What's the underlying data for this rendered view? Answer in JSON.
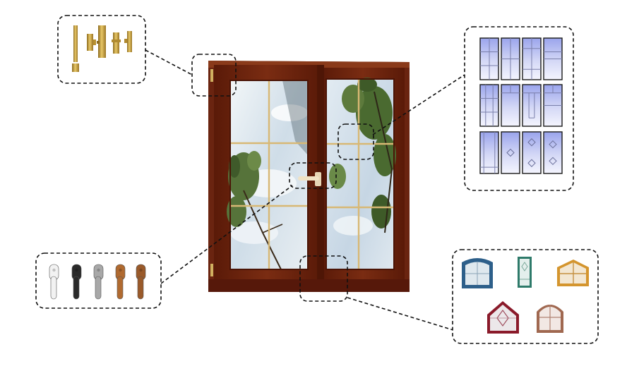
{
  "diagram": {
    "background": "#ffffff",
    "main_window": {
      "frame_color": "#6e2410",
      "frame_dark": "#4e1606",
      "frame_light": "#8a3416",
      "muntin_color": "#d9b873",
      "glass_sky": "#dce7ee",
      "foliage": "#5d7a3c",
      "handle_color": "#e8d8b8"
    },
    "callouts": {
      "hinges": {
        "icon": "brass-hinge-icons",
        "color": "#c9a040",
        "count": 5
      },
      "glazing_bar_patterns": {
        "icon": "window-pane-pattern-icons",
        "glass_color": "#b8bff0",
        "count": 12
      },
      "handles": {
        "icon": "window-handle-icons",
        "colors": [
          "#f2f2f2",
          "#2a2a2a",
          "#a8a8a8",
          "#b06a30",
          "#9a5a2a"
        ]
      },
      "window_shapes": {
        "icon": "window-shape-icons",
        "colors": [
          "#2d5f8a",
          "#2e7a6a",
          "#d4952e",
          "#8a1a2a",
          "#a06850"
        ]
      }
    },
    "connector_style": "dashed"
  }
}
